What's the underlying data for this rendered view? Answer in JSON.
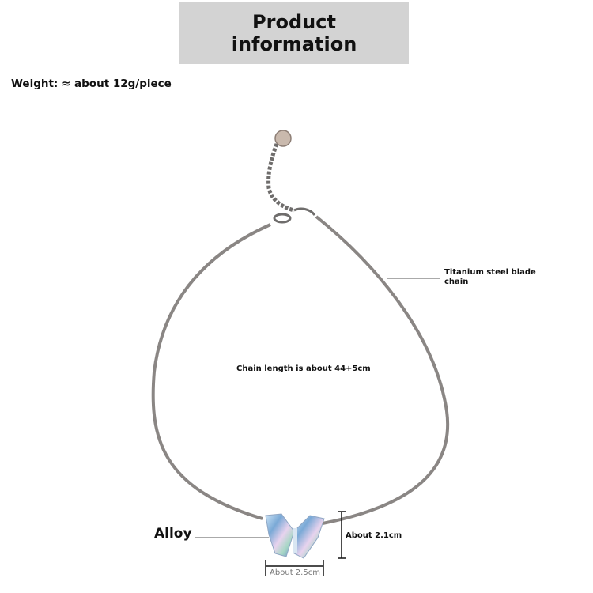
{
  "header": {
    "title_line1": "Product",
    "title_line2": "information"
  },
  "specs": {
    "weight": "Weight: ≈ about 12g/piece"
  },
  "annotations": {
    "chain_type_line1": "Titanium steel blade",
    "chain_type_line2": "chain",
    "chain_length": "Chain length is about 44+5cm",
    "pendant_material": "Alloy",
    "pendant_height": "About 2.1cm",
    "pendant_width": "About 2.5cm"
  },
  "colors": {
    "title_background": "#d3d3d3",
    "chain": "#8a8684",
    "leader_line": "#555555"
  }
}
